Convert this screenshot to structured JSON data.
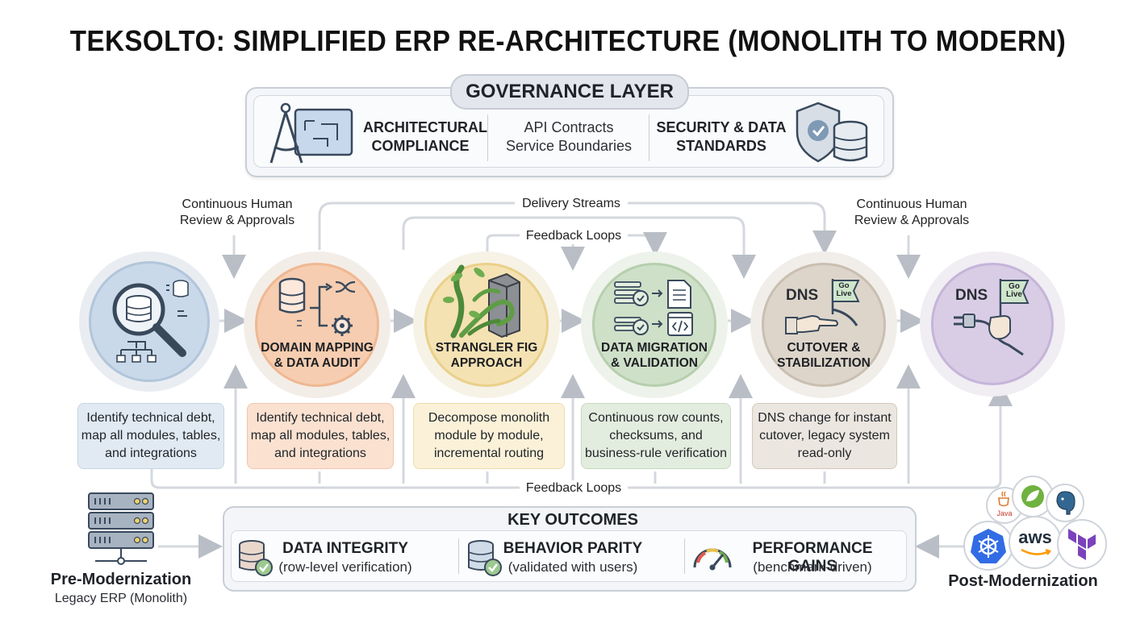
{
  "title": "TEKSOLTO: SIMPLIFIED ERP RE-ARCHITECTURE (MONOLITH TO MODERN)",
  "governance": {
    "header": "GOVERNANCE LAYER",
    "left_title": "ARCHITECTURAL\nCOMPLIANCE",
    "middle_line1": "API Contracts",
    "middle_line2": "Service Boundaries",
    "right_title": "SECURITY & DATA\nSTANDARDS"
  },
  "flow_labels": {
    "delivery_streams": "Delivery Streams",
    "feedback_loops_top": "Feedback Loops",
    "feedback_loops_bottom": "Feedback Loops",
    "review_left": "Continuous Human\nReview & Approvals",
    "review_right": "Continuous Human\nReview & Approvals"
  },
  "stages": [
    {
      "label": "",
      "description": "Identify technical debt,\nmap all modules, tables,\nand integrations"
    },
    {
      "label": "DOMAIN MAPPING\n& DATA AUDIT",
      "description": "Identify technical debt,\nmap all modules, tables,\nand integrations"
    },
    {
      "label": "STRANGLER FIG\nAPPROACH",
      "description": "Decompose monolith\nmodule by module,\nincremental routing"
    },
    {
      "label": "DATA MIGRATION\n& VALIDATION",
      "description": "Continuous row counts,\nchecksums, and\nbusiness-rule verification"
    },
    {
      "label": "CUTOVER &\nSTABILIZATION",
      "description": "DNS change for instant\ncutover, legacy system\nread-only"
    },
    {
      "label": "",
      "description": ""
    }
  ],
  "stage_icons": {
    "dns_1": "DNS",
    "go_live_1": "Go\nLive",
    "dns_2": "DNS",
    "go_live_2": "Go\nLive"
  },
  "outcomes": {
    "header": "KEY OUTCOMES",
    "items": [
      {
        "title": "DATA INTEGRITY",
        "note": "(row-level verification)"
      },
      {
        "title": "BEHAVIOR PARITY",
        "note": "(validated with users)"
      },
      {
        "title": "PERFORMANCE GAINS",
        "note": "(benchmark-driven)"
      }
    ]
  },
  "pre": {
    "title": "Pre-Modernization",
    "subtitle": "Legacy ERP (Monolith)"
  },
  "post": {
    "title": "Post-Modernization",
    "logos": [
      "Java",
      "aws"
    ]
  },
  "colors": {
    "stage1": "#c9d9ea",
    "stage2": "#f6cdb0",
    "stage3": "#f4e2b3",
    "stage4": "#cfe0c9",
    "stage5": "#ddd5ca",
    "stage6": "#d9cde6"
  }
}
